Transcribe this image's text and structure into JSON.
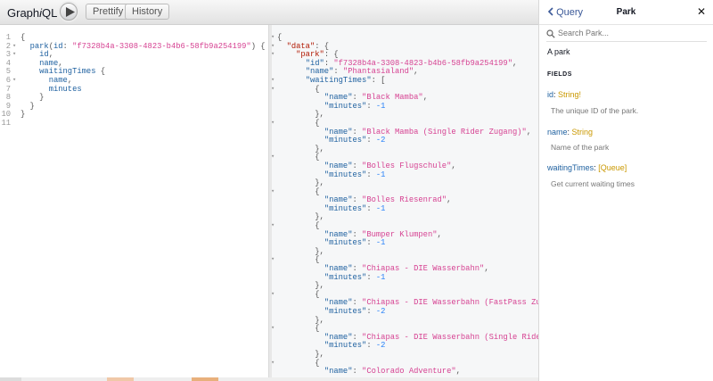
{
  "toolbar": {
    "title_prefix": "Graph",
    "title_em": "i",
    "title_suffix": "QL",
    "prettify_label": "Prettify",
    "history_label": "History"
  },
  "query_lines": [
    [
      {
        "t": "{",
        "c": "p"
      }
    ],
    [
      {
        "t": "  ",
        "c": "p"
      },
      {
        "t": "park",
        "c": "f"
      },
      {
        "t": "(",
        "c": "p"
      },
      {
        "t": "id",
        "c": "f"
      },
      {
        "t": ": ",
        "c": "p"
      },
      {
        "t": "\"f7328b4a-3308-4823-b4b6-58fb9a254199\"",
        "c": "s"
      },
      {
        "t": ") {",
        "c": "p"
      }
    ],
    [
      {
        "t": "    ",
        "c": "p"
      },
      {
        "t": "id",
        "c": "f"
      },
      {
        "t": ",",
        "c": "p"
      }
    ],
    [
      {
        "t": "    ",
        "c": "p"
      },
      {
        "t": "name",
        "c": "f"
      },
      {
        "t": ",",
        "c": "p"
      }
    ],
    [
      {
        "t": "    ",
        "c": "p"
      },
      {
        "t": "waitingTimes",
        "c": "f"
      },
      {
        "t": " {",
        "c": "p"
      }
    ],
    [
      {
        "t": "      ",
        "c": "p"
      },
      {
        "t": "name",
        "c": "f"
      },
      {
        "t": ",",
        "c": "p"
      }
    ],
    [
      {
        "t": "      ",
        "c": "p"
      },
      {
        "t": "minutes",
        "c": "f"
      }
    ],
    [
      {
        "t": "    }",
        "c": "p"
      }
    ],
    [
      {
        "t": "  }",
        "c": "p"
      }
    ],
    [
      {
        "t": "}",
        "c": "p"
      }
    ],
    []
  ],
  "query_folds": [
    1,
    2,
    5
  ],
  "result_lines": [
    [
      {
        "t": "{",
        "c": "p"
      }
    ],
    [
      {
        "t": "  ",
        "c": "p"
      },
      {
        "t": "\"data\"",
        "c": "kw"
      },
      {
        "t": ": {",
        "c": "p"
      }
    ],
    [
      {
        "t": "    ",
        "c": "p"
      },
      {
        "t": "\"park\"",
        "c": "kw"
      },
      {
        "t": ": {",
        "c": "p"
      }
    ],
    [
      {
        "t": "      ",
        "c": "p"
      },
      {
        "t": "\"id\"",
        "c": "k"
      },
      {
        "t": ": ",
        "c": "p"
      },
      {
        "t": "\"f7328b4a-3308-4823-b4b6-58fb9a254199\"",
        "c": "s"
      },
      {
        "t": ",",
        "c": "p"
      }
    ],
    [
      {
        "t": "      ",
        "c": "p"
      },
      {
        "t": "\"name\"",
        "c": "k"
      },
      {
        "t": ": ",
        "c": "p"
      },
      {
        "t": "\"Phantasialand\"",
        "c": "s"
      },
      {
        "t": ",",
        "c": "p"
      }
    ],
    [
      {
        "t": "      ",
        "c": "p"
      },
      {
        "t": "\"waitingTimes\"",
        "c": "k"
      },
      {
        "t": ": [",
        "c": "p"
      }
    ],
    [
      {
        "t": "        {",
        "c": "p"
      }
    ],
    [
      {
        "t": "          ",
        "c": "p"
      },
      {
        "t": "\"name\"",
        "c": "k"
      },
      {
        "t": ": ",
        "c": "p"
      },
      {
        "t": "\"Black Mamba\"",
        "c": "s"
      },
      {
        "t": ",",
        "c": "p"
      }
    ],
    [
      {
        "t": "          ",
        "c": "p"
      },
      {
        "t": "\"minutes\"",
        "c": "k"
      },
      {
        "t": ": ",
        "c": "p"
      },
      {
        "t": "-1",
        "c": "n"
      }
    ],
    [
      {
        "t": "        },",
        "c": "p"
      }
    ],
    [
      {
        "t": "        {",
        "c": "p"
      }
    ],
    [
      {
        "t": "          ",
        "c": "p"
      },
      {
        "t": "\"name\"",
        "c": "k"
      },
      {
        "t": ": ",
        "c": "p"
      },
      {
        "t": "\"Black Mamba (Single Rider Zugang)\"",
        "c": "s"
      },
      {
        "t": ",",
        "c": "p"
      }
    ],
    [
      {
        "t": "          ",
        "c": "p"
      },
      {
        "t": "\"minutes\"",
        "c": "k"
      },
      {
        "t": ": ",
        "c": "p"
      },
      {
        "t": "-2",
        "c": "n"
      }
    ],
    [
      {
        "t": "        },",
        "c": "p"
      }
    ],
    [
      {
        "t": "        {",
        "c": "p"
      }
    ],
    [
      {
        "t": "          ",
        "c": "p"
      },
      {
        "t": "\"name\"",
        "c": "k"
      },
      {
        "t": ": ",
        "c": "p"
      },
      {
        "t": "\"Bolles Flugschule\"",
        "c": "s"
      },
      {
        "t": ",",
        "c": "p"
      }
    ],
    [
      {
        "t": "          ",
        "c": "p"
      },
      {
        "t": "\"minutes\"",
        "c": "k"
      },
      {
        "t": ": ",
        "c": "p"
      },
      {
        "t": "-1",
        "c": "n"
      }
    ],
    [
      {
        "t": "        },",
        "c": "p"
      }
    ],
    [
      {
        "t": "        {",
        "c": "p"
      }
    ],
    [
      {
        "t": "          ",
        "c": "p"
      },
      {
        "t": "\"name\"",
        "c": "k"
      },
      {
        "t": ": ",
        "c": "p"
      },
      {
        "t": "\"Bolles Riesenrad\"",
        "c": "s"
      },
      {
        "t": ",",
        "c": "p"
      }
    ],
    [
      {
        "t": "          ",
        "c": "p"
      },
      {
        "t": "\"minutes\"",
        "c": "k"
      },
      {
        "t": ": ",
        "c": "p"
      },
      {
        "t": "-1",
        "c": "n"
      }
    ],
    [
      {
        "t": "        },",
        "c": "p"
      }
    ],
    [
      {
        "t": "        {",
        "c": "p"
      }
    ],
    [
      {
        "t": "          ",
        "c": "p"
      },
      {
        "t": "\"name\"",
        "c": "k"
      },
      {
        "t": ": ",
        "c": "p"
      },
      {
        "t": "\"Bumper Klumpen\"",
        "c": "s"
      },
      {
        "t": ",",
        "c": "p"
      }
    ],
    [
      {
        "t": "          ",
        "c": "p"
      },
      {
        "t": "\"minutes\"",
        "c": "k"
      },
      {
        "t": ": ",
        "c": "p"
      },
      {
        "t": "-1",
        "c": "n"
      }
    ],
    [
      {
        "t": "        },",
        "c": "p"
      }
    ],
    [
      {
        "t": "        {",
        "c": "p"
      }
    ],
    [
      {
        "t": "          ",
        "c": "p"
      },
      {
        "t": "\"name\"",
        "c": "k"
      },
      {
        "t": ": ",
        "c": "p"
      },
      {
        "t": "\"Chiapas - DIE Wasserbahn\"",
        "c": "s"
      },
      {
        "t": ",",
        "c": "p"
      }
    ],
    [
      {
        "t": "          ",
        "c": "p"
      },
      {
        "t": "\"minutes\"",
        "c": "k"
      },
      {
        "t": ": ",
        "c": "p"
      },
      {
        "t": "-1",
        "c": "n"
      }
    ],
    [
      {
        "t": "        },",
        "c": "p"
      }
    ],
    [
      {
        "t": "        {",
        "c": "p"
      }
    ],
    [
      {
        "t": "          ",
        "c": "p"
      },
      {
        "t": "\"name\"",
        "c": "k"
      },
      {
        "t": ": ",
        "c": "p"
      },
      {
        "t": "\"Chiapas - DIE Wasserbahn (FastPass Zugang)\"",
        "c": "s"
      },
      {
        "t": ",",
        "c": "p"
      }
    ],
    [
      {
        "t": "          ",
        "c": "p"
      },
      {
        "t": "\"minutes\"",
        "c": "k"
      },
      {
        "t": ": ",
        "c": "p"
      },
      {
        "t": "-2",
        "c": "n"
      }
    ],
    [
      {
        "t": "        },",
        "c": "p"
      }
    ],
    [
      {
        "t": "        {",
        "c": "p"
      }
    ],
    [
      {
        "t": "          ",
        "c": "p"
      },
      {
        "t": "\"name\"",
        "c": "k"
      },
      {
        "t": ": ",
        "c": "p"
      },
      {
        "t": "\"Chiapas - DIE Wasserbahn (Single Rider Zugang)\"",
        "c": "s"
      },
      {
        "t": ",",
        "c": "p"
      }
    ],
    [
      {
        "t": "          ",
        "c": "p"
      },
      {
        "t": "\"minutes\"",
        "c": "k"
      },
      {
        "t": ": ",
        "c": "p"
      },
      {
        "t": "-2",
        "c": "n"
      }
    ],
    [
      {
        "t": "        },",
        "c": "p"
      }
    ],
    [
      {
        "t": "        {",
        "c": "p"
      }
    ],
    [
      {
        "t": "          ",
        "c": "p"
      },
      {
        "t": "\"name\"",
        "c": "k"
      },
      {
        "t": ": ",
        "c": "p"
      },
      {
        "t": "\"Colorado Adventure\"",
        "c": "s"
      },
      {
        "t": ",",
        "c": "p"
      }
    ]
  ],
  "docs": {
    "back_label": "Query",
    "title": "Park",
    "close": "✕",
    "search_placeholder": "Search Park...",
    "description": "A park",
    "fields_heading": "FIELDS",
    "fields": [
      {
        "name": "id",
        "sep": ": ",
        "type": "String!",
        "desc": "The unique ID of the park."
      },
      {
        "name": "name",
        "sep": ": ",
        "type": "String",
        "desc": "Name of the park"
      },
      {
        "name": "waitingTimes",
        "sep": ": ",
        "type": "[Queue]",
        "desc": "Get current waiting times"
      }
    ]
  },
  "colors": {
    "link": "#3b5998",
    "field_name": "#1f61a0",
    "type": "#ca9800",
    "string": "#d64292",
    "number": "#2882f9"
  }
}
